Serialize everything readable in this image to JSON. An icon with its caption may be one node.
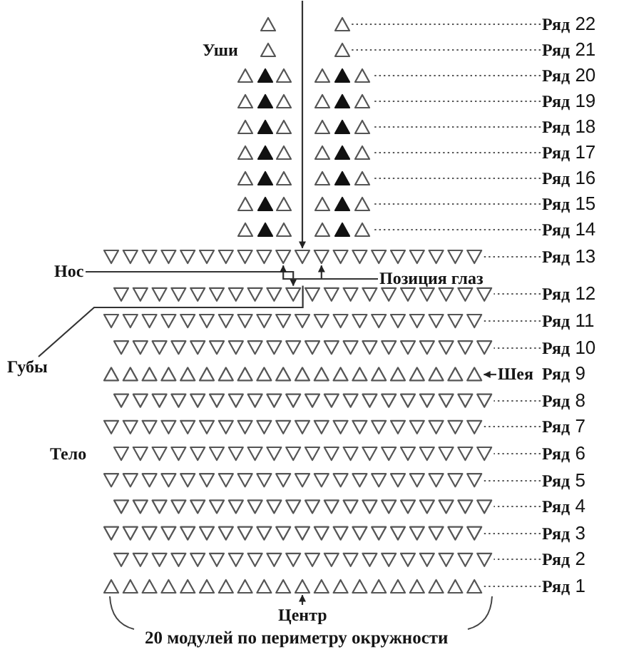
{
  "diagram": {
    "nodes": [
      {
        "text": [],
        "shape": "triangles"
      },
      {
        "text": [],
        "shape": "triangles"
      },
      {
        "text": [
          "**Ряд** 22"
        ]
      },
      {
        "text": [],
        "shape": "triangles"
      },
      {
        "text": [],
        "shape": "triangles"
      },
      {
        "text": [
          "**Ряд** 21"
        ]
      },
      {
        "text": [],
        "shape": "triangles"
      },
      {
        "text": [],
        "shape": "triangles"
      },
      {
        "text": [
          "**Ряд** 20"
        ]
      },
      {
        "text": [],
        "shape": "triangles"
      },
      {
        "text": [],
        "shape": "triangles"
      },
      {
        "text": [
          "**Ряд** 19"
        ]
      },
      {
        "text": [],
        "shape": "triangles"
      },
      {
        "text": [],
        "shape": "triangles"
      },
      {
        "text": [
          "**Ряд** 18"
        ]
      },
      {
        "text": [],
        "shape": "triangles"
      },
      {
        "text": [],
        "shape": "triangles"
      },
      {
        "text": [
          "**Ряд** 17"
        ]
      },
      {
        "text": [],
        "shape": "triangles"
      },
      {
        "text": [],
        "shape": "triangles"
      },
      {
        "text": [
          "**Ряд** 16"
        ]
      },
      {
        "text": [],
        "shape": "triangles"
      },
      {
        "text": [],
        "shape": "triangles"
      },
      {
        "text": [
          "**Ряд** 15"
        ]
      },
      {
        "text": [],
        "shape": "triangles"
      },
      {
        "text": [],
        "shape": "triangles"
      },
      {
        "text": [
          "**Ряд** 14"
        ]
      },
      {
        "text": [],
        "shape": "triangles"
      },
      {
        "text": [
          "**Ряд** 13"
        ]
      },
      {
        "text": [
          "Нос"
        ]
      },
      {
        "text": [
          "Позиция глаз"
        ]
      },
      {
        "text": [],
        "shape": "triangles"
      },
      {
        "text": [
          "**Ряд** 12"
        ]
      },
      {
        "text": [],
        "shape": "triangles"
      },
      {
        "text": [
          "**Ряд** 11"
        ]
      },
      {
        "text": [],
        "shape": "triangles"
      },
      {
        "text": [
          "**Ряд** 10"
        ]
      },
      {
        "text": [
          "Губы"
        ]
      },
      {
        "text": [],
        "shape": "triangles"
      },
      {
        "text": [
          "Шея"
        ]
      },
      {
        "text": [],
        "shape": "triangles"
      },
      {
        "text": [
          "**Ряд** 8"
        ]
      },
      {
        "text": [],
        "shape": "triangles"
      },
      {
        "text": [
          "**Ряд** 7"
        ]
      },
      {
        "text": [],
        "shape": "triangles"
      },
      {
        "text": [
          "**Ряд** 6"
        ]
      },
      {
        "text": [],
        "shape": "triangles"
      },
      {
        "text": [
          "**Ряд** 5"
        ]
      },
      {
        "text": [],
        "shape": "triangles"
      },
      {
        "text": [
          "**Ряд** 4"
        ]
      },
      {
        "text": [],
        "shape": "triangles"
      },
      {
        "text": [
          "**Ряд** 3"
        ]
      },
      {
        "text": [],
        "shape": "triangles"
      },
      {
        "text": [
          "**Ряд** 2"
        ]
      },
      {
        "text": [],
        "shape": "triangles"
      },
      {
        "text": [
          "**Ряд** 1"
        ]
      },
      {
        "text": [
          "Центр"
        ]
      }
    ],
    "edges": [
      {
        "from": null,
        "to": 27,
        "arrow": "to"
      },
      {
        "from": 2,
        "to": 1,
        "arrow": "none",
        "style": "dashed"
      },
      {
        "from": 5,
        "to": 4,
        "arrow": "none",
        "style": "dashed"
      },
      {
        "from": 8,
        "to": 7,
        "arrow": "none",
        "style": "dashed"
      },
      {
        "from": 11,
        "to": 10,
        "arrow": "none",
        "style": "dashed"
      },
      {
        "from": 14,
        "to": 13,
        "arrow": "none",
        "style": "dashed"
      },
      {
        "from": 17,
        "to": 16,
        "arrow": "none",
        "style": "dashed"
      },
      {
        "from": 20,
        "to": 19,
        "arrow": "none",
        "style": "dashed"
      },
      {
        "from": 23,
        "to": 22,
        "arrow": "none",
        "style": "dashed"
      },
      {
        "from": 26,
        "to": 25,
        "arrow": "none",
        "style": "dashed"
      },
      {
        "from": 28,
        "to": 27,
        "arrow": "none",
        "style": "dashed"
      },
      {
        "from": 29,
        "to": 31,
        "arrow": "to"
      },
      {
        "from": 30,
        "to": 27,
        "arrow": "to"
      },
      {
        "from": 30,
        "to": 27,
        "arrow": "to"
      },
      {
        "from": 32,
        "to": 31,
        "arrow": "none",
        "style": "dashed"
      },
      {
        "from": 34,
        "to": 33,
        "arrow": "none",
        "style": "dashed"
      },
      {
        "from": 36,
        "to": 35,
        "arrow": "none",
        "style": "dashed"
      },
      {
        "from": 37,
        "to": 31,
        "arrow": "none"
      },
      {
        "from": 39,
        "to": 38,
        "arrow": "to"
      },
      {
        "from": 41,
        "to": 40,
        "arrow": "none",
        "style": "dashed"
      },
      {
        "from": 43,
        "to": 42,
        "arrow": "none",
        "style": "dashed"
      },
      {
        "from": 45,
        "to": 44,
        "arrow": "none",
        "style": "dashed"
      },
      {
        "from": 47,
        "to": 46,
        "arrow": "none",
        "style": "dashed"
      },
      {
        "from": 49,
        "to": 48,
        "arrow": "none",
        "style": "dashed"
      },
      {
        "from": 51,
        "to": 50,
        "arrow": "none",
        "style": "dashed"
      },
      {
        "from": 53,
        "to": 52,
        "arrow": "none",
        "style": "dashed"
      },
      {
        "from": 55,
        "to": 54,
        "arrow": "none",
        "style": "dashed"
      },
      {
        "from": 56,
        "to": 54,
        "arrow": "to"
      }
    ],
    "labels": [
      "Уши",
      "**Ряд** 9",
      "Тело",
      "20 модулей по периметру окружности"
    ]
  }
}
